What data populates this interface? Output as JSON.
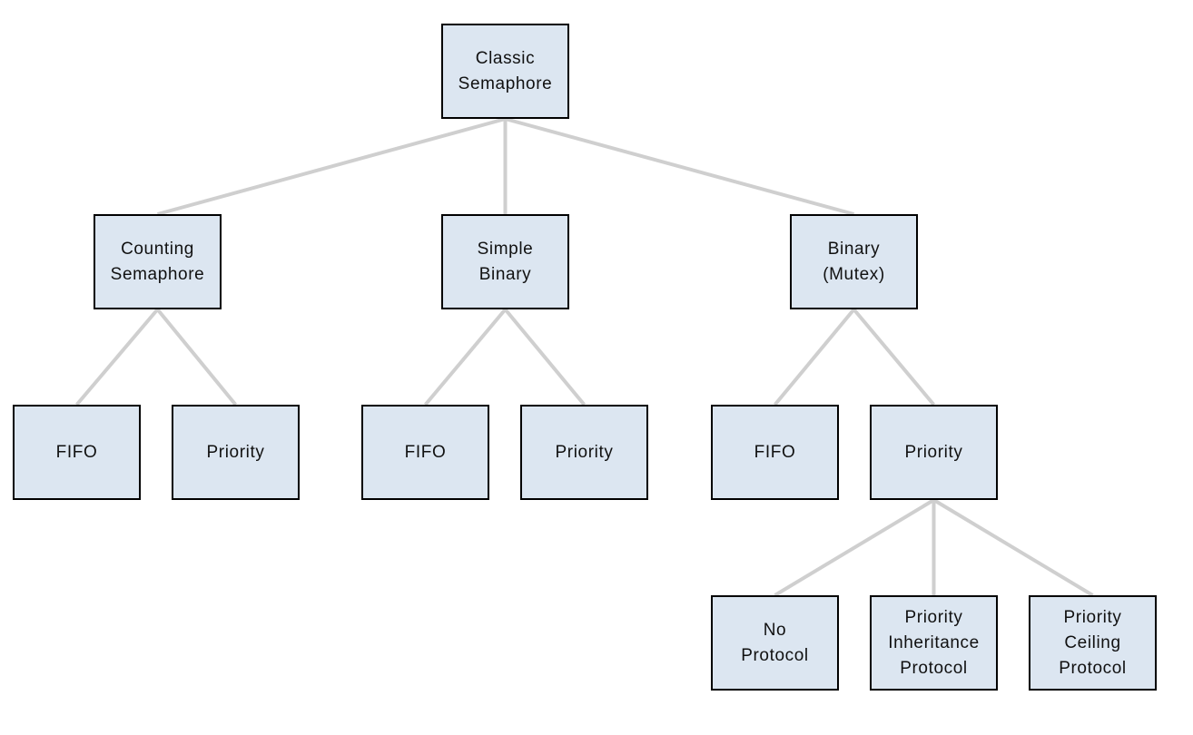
{
  "diagram": {
    "type": "tree",
    "colors": {
      "bg": "#ffffff",
      "node_fill": "#dce6f1",
      "node_border": "#000000",
      "edge": "#cfcfcf"
    },
    "nodes": [
      {
        "id": "classic-semaphore",
        "label": "Classic\nSemaphore",
        "parent": null
      },
      {
        "id": "counting-semaphore",
        "label": "Counting\nSemaphore",
        "parent": "classic-semaphore"
      },
      {
        "id": "simple-binary",
        "label": "Simple\nBinary",
        "parent": "classic-semaphore"
      },
      {
        "id": "binary-mutex",
        "label": "Binary\n(Mutex)",
        "parent": "classic-semaphore"
      },
      {
        "id": "counting-fifo",
        "label": "FIFO",
        "parent": "counting-semaphore"
      },
      {
        "id": "counting-priority",
        "label": "Priority",
        "parent": "counting-semaphore"
      },
      {
        "id": "simple-binary-fifo",
        "label": "FIFO",
        "parent": "simple-binary"
      },
      {
        "id": "simple-binary-priority",
        "label": "Priority",
        "parent": "simple-binary"
      },
      {
        "id": "binary-mutex-fifo",
        "label": "FIFO",
        "parent": "binary-mutex"
      },
      {
        "id": "binary-mutex-priority",
        "label": "Priority",
        "parent": "binary-mutex"
      },
      {
        "id": "no-protocol",
        "label": "No\nProtocol",
        "parent": "binary-mutex-priority"
      },
      {
        "id": "priority-inheritance-protocol",
        "label": "Priority\nInheritance\nProtocol",
        "parent": "binary-mutex-priority"
      },
      {
        "id": "priority-ceiling-protocol",
        "label": "Priority\nCeiling\nProtocol",
        "parent": "binary-mutex-priority"
      }
    ]
  }
}
